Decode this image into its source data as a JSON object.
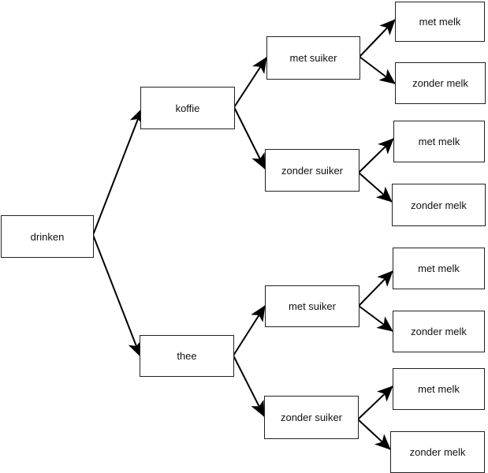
{
  "tree": {
    "root": "drinken",
    "koffie": {
      "label": "koffie",
      "met_suiker": {
        "label": "met suiker",
        "met_melk": "met melk",
        "zonder_melk": "zonder melk"
      },
      "zonder_suiker": {
        "label": "zonder suiker",
        "met_melk": "met melk",
        "zonder_melk": "zonder melk"
      }
    },
    "thee": {
      "label": "thee",
      "met_suiker": {
        "label": "met suiker",
        "met_melk": "met melk",
        "zonder_melk": "zonder melk"
      },
      "zonder_suiker": {
        "label": "zonder suiker",
        "met_melk": "met melk",
        "zonder_melk": "zonder melk"
      }
    }
  }
}
